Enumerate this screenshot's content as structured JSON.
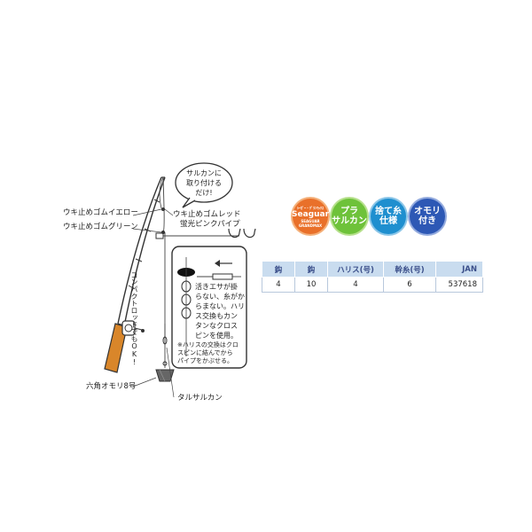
{
  "diagram": {
    "labels": {
      "uki_yellow": "ウキ止めゴムイエロー",
      "uki_green": "ウキ止めゴムグリーン",
      "uki_red": "ウキ止めゴムレッド",
      "pink_pipe": "蛍光ピンクパイプ",
      "sinker": "六角オモリ8号",
      "swivel": "タルサルカン"
    },
    "bubble": [
      "サルカンに",
      "取り付ける",
      "だけ!"
    ],
    "compact_note": "コンパクトロッドでもOK!",
    "box_text": [
      "活きエサが掛",
      "らない、糸がか",
      "らまない。ハリ",
      "ス交換もカン",
      "タンなクロス",
      "ピンを使用。"
    ],
    "harisu_note": [
      "※ハリスの交換はクロ",
      "スピンに結んでから",
      "パイプをかぶせる。"
    ]
  },
  "badges": [
    {
      "name": "seaguar-badge",
      "small_top": "ｼｰｶﾞｰ・ｸﾞﾗﾝﾏｯｸｽ",
      "main": "Seaguar",
      "small_bottom": "SEAGUAR GRANDMAX",
      "bg": "#e9702a",
      "ring": "#f4b07a",
      "text": "#ffffff"
    },
    {
      "name": "plus-sarukan-badge",
      "line1": "プラ",
      "line2": "サルカン",
      "bg": "#6ec23a",
      "ring": "#b6e08c",
      "text": "#ffffff"
    },
    {
      "name": "sutei-shikake-badge",
      "line1": "捨て糸",
      "line2": "仕様",
      "bg": "#1f8fcf",
      "ring": "#8cc6e8",
      "text": "#ffffff"
    },
    {
      "name": "omori-tsuki-badge",
      "line1": "オモリ",
      "line2": "付き",
      "bg": "#2d58b5",
      "ring": "#94abde",
      "text": "#ffffff"
    }
  ],
  "spec": {
    "headers": [
      "鈎",
      "鈎",
      "ハリス(号)",
      "幹糸(号)",
      "JAN"
    ],
    "row": [
      "4",
      "10",
      "4",
      "6",
      "537618"
    ]
  },
  "colors": {
    "table_header_bg": "#c9dcef",
    "table_header_text": "#3b4f8a",
    "rod_handle": "#d9862a",
    "float_red": "#d92020",
    "float_black": "#111111"
  }
}
